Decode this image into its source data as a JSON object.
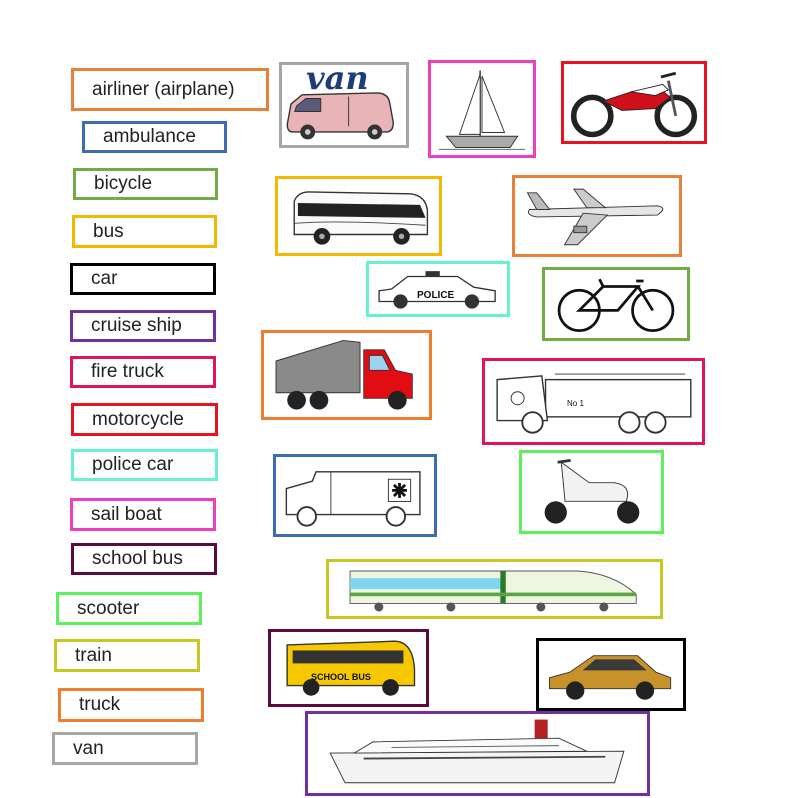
{
  "labels": [
    {
      "text": "airliner (airplane)",
      "color": "#e8823a"
    },
    {
      "text": "ambulance",
      "color": "#3a6db5"
    },
    {
      "text": "bicycle",
      "color": "#70ad47"
    },
    {
      "text": "bus",
      "color": "#f5b800"
    },
    {
      "text": "car",
      "color": "#000000"
    },
    {
      "text": "cruise ship",
      "color": "#7030a0"
    },
    {
      "text": "fire truck",
      "color": "#e0135c"
    },
    {
      "text": "motorcycle",
      "color": "#e8131f"
    },
    {
      "text": "police car",
      "color": "#66f2d0"
    },
    {
      "text": "sail boat",
      "color": "#ee3fbe"
    },
    {
      "text": "school bus",
      "color": "#5a0a3c"
    },
    {
      "text": "scooter",
      "color": "#5df05a"
    },
    {
      "text": "train",
      "color": "#c8c820"
    },
    {
      "text": "truck",
      "color": "#ed7d31"
    },
    {
      "text": "van",
      "color": "#a6a6a6"
    }
  ],
  "pictures": {
    "van": {
      "caption": "van",
      "color": "#a6a6a6"
    },
    "sailboat": {
      "color": "#ee3fbe"
    },
    "motorcycle": {
      "color": "#e8131f"
    },
    "bus": {
      "color": "#f5b800"
    },
    "airliner": {
      "color": "#e8823a"
    },
    "police_car": {
      "badge": "POLICE",
      "color": "#66f2d0"
    },
    "bicycle": {
      "color": "#70ad47"
    },
    "truck": {
      "color": "#ed7d31"
    },
    "fire_truck": {
      "badge": "No 1",
      "color": "#e0135c"
    },
    "ambulance": {
      "color": "#3a6db5"
    },
    "scooter": {
      "color": "#5df05a"
    },
    "train": {
      "color": "#c8c820"
    },
    "school_bus": {
      "badge": "SCHOOL BUS",
      "color": "#5a0a3c"
    },
    "car": {
      "color": "#000000"
    },
    "cruise_ship": {
      "color": "#7030a0"
    }
  }
}
